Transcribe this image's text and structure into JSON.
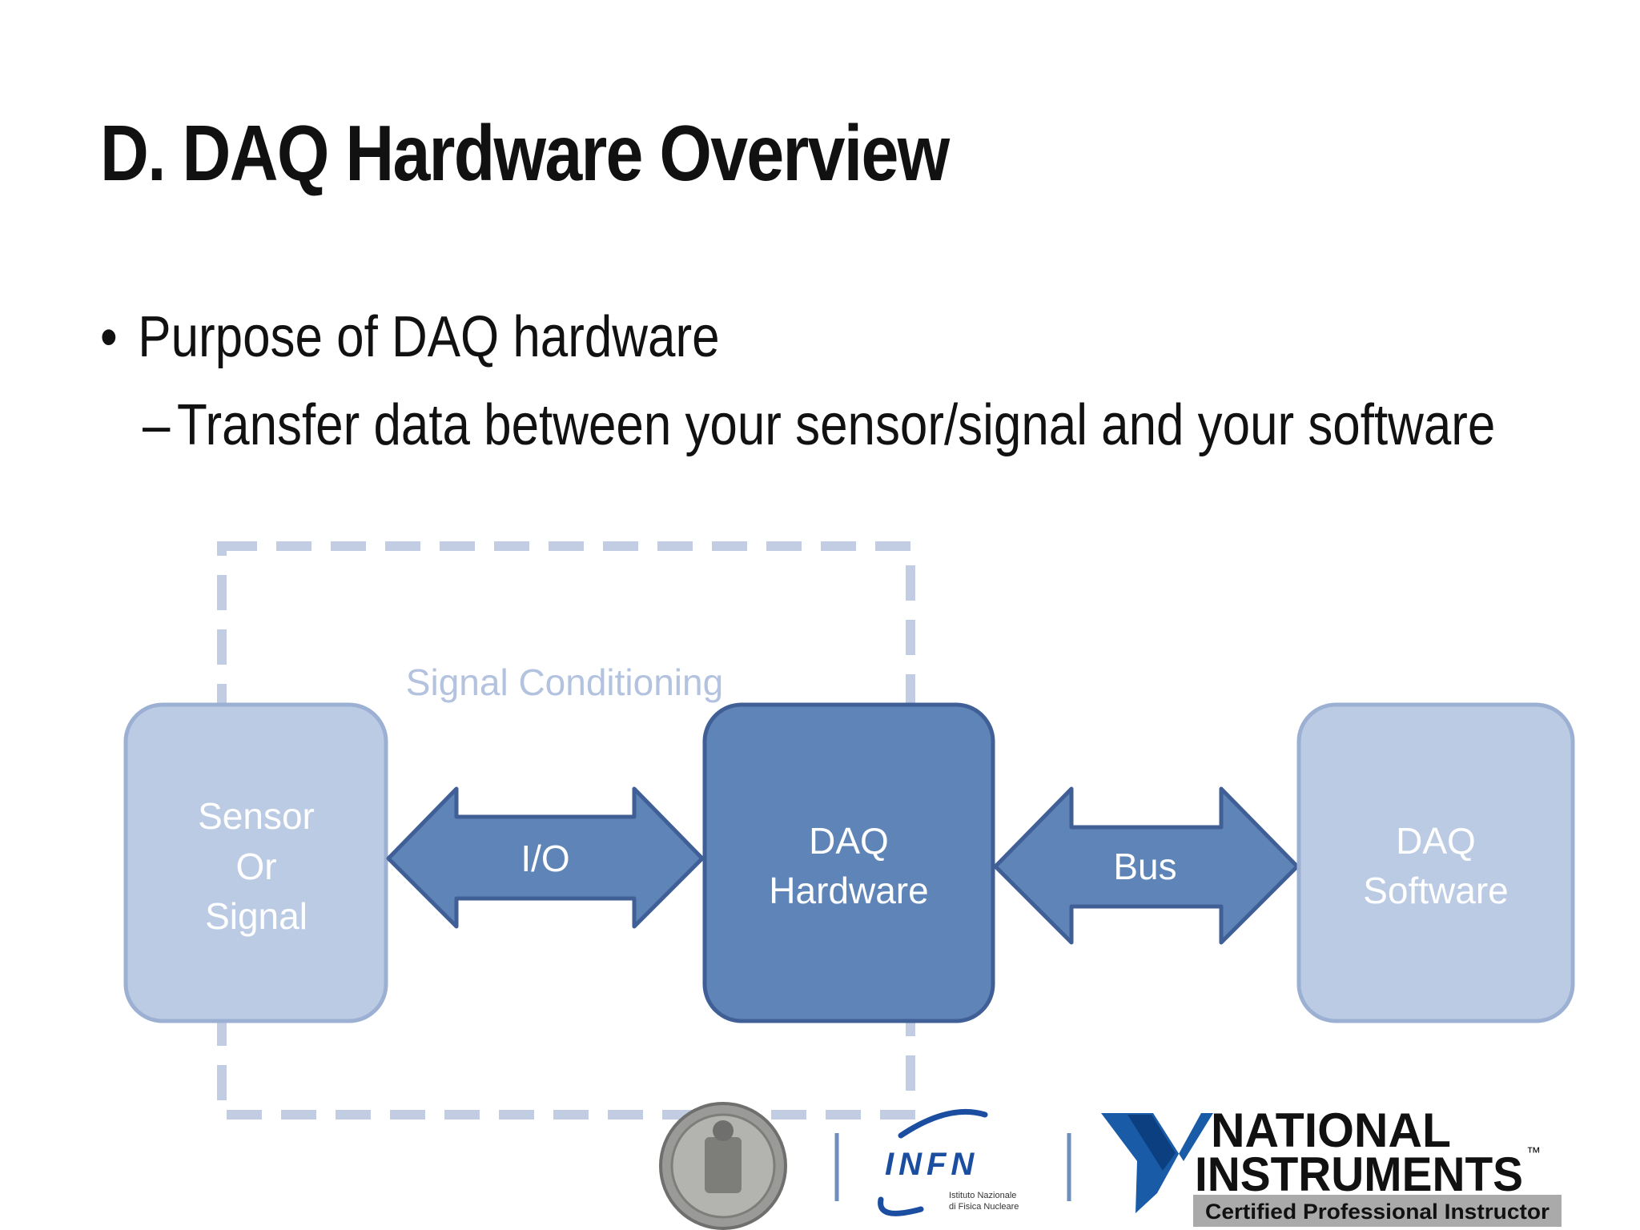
{
  "slide": {
    "title": "D. DAQ Hardware Overview",
    "bullets": [
      {
        "marker": "•",
        "text": "Purpose of DAQ hardware"
      },
      {
        "marker": "–",
        "text": "Transfer data between your sensor/signal and your software"
      }
    ]
  },
  "diagram": {
    "conditioning_label": "Signal Conditioning",
    "sensor_lines": [
      "Sensor",
      "Or",
      "Signal"
    ],
    "io_label": "I/O",
    "hardware_lines": [
      "DAQ",
      "Hardware"
    ],
    "bus_label": "Bus",
    "software_lines": [
      "DAQ",
      "Software"
    ]
  },
  "logos": {
    "infn_name": "INFN",
    "infn_sub": [
      "Istituto Nazionale",
      "di Fisica Nucleare"
    ],
    "ni_line1": "NATIONAL",
    "ni_line2": "INSTRUMENTS",
    "ni_tm": "™",
    "ni_cert": "Certified Professional Instructor"
  },
  "colors": {
    "light_block": "#bccbe4",
    "light_border": "#9cb0d3",
    "dark_block": "#5f84b8",
    "dark_border": "#3f5f96",
    "dashed": "#c2cde4",
    "conditioning_text": "#b3c2de"
  }
}
